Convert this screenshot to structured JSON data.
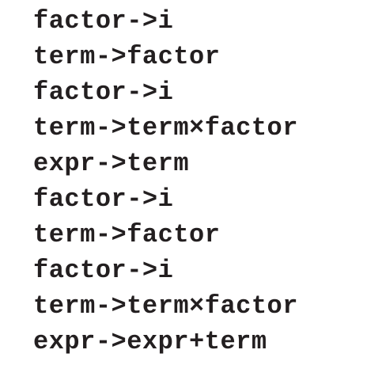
{
  "productions": [
    "factor->i",
    "term->factor",
    "factor->i",
    "term->term×factor",
    "expr->term",
    "factor->i",
    "term->factor",
    "factor->i",
    "term->term×factor",
    "expr->expr+term"
  ]
}
